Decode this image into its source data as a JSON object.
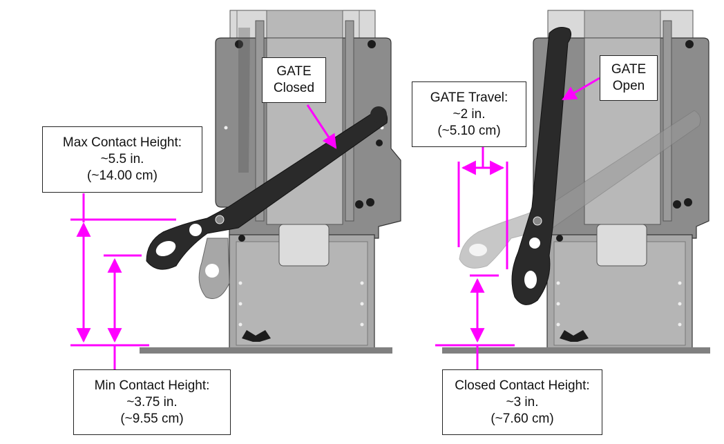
{
  "colors": {
    "annotation": "#ff00ff",
    "panel_outer": "#8c8c8c",
    "panel_inner": "#b8b8b8",
    "arm": "#2a2a2a",
    "ghost_arm": "#a7a7a7",
    "floor": "#808080"
  },
  "left_view": {
    "gate_label": {
      "line1": "GATE",
      "line2": "Closed"
    },
    "max_contact": {
      "line1": "Max Contact Height:",
      "line2": "~5.5 in.",
      "line3": "(~14.00 cm)"
    },
    "min_contact": {
      "line1": "Min Contact Height:",
      "line2": "~3.75 in.",
      "line3": "(~9.55 cm)"
    }
  },
  "right_view": {
    "gate_label": {
      "line1": "GATE",
      "line2": "Open"
    },
    "gate_travel": {
      "line1": "GATE Travel:",
      "line2": "~2 in.",
      "line3": "(~5.10 cm)"
    },
    "closed_contact": {
      "line1": "Closed Contact Height:",
      "line2": "~3 in.",
      "line3": "(~7.60 cm)"
    }
  }
}
